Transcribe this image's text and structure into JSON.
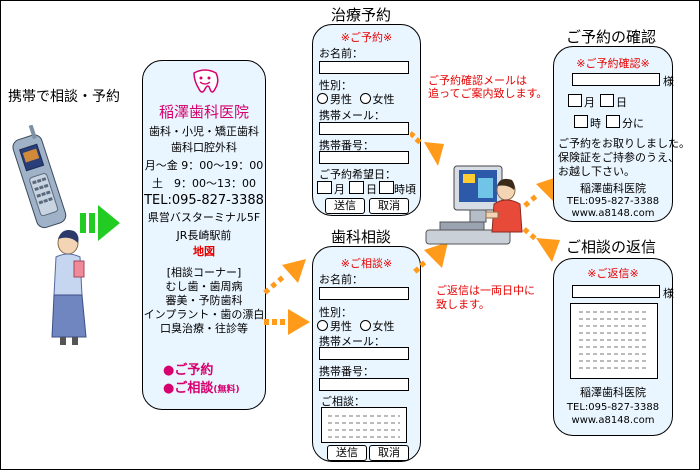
{
  "left": {
    "title": "携帯で相談・予約"
  },
  "clinic": {
    "name": "稲澤歯科医院",
    "lines": [
      "歯科・小児・矯正歯科",
      "歯科口腔外科",
      "月～金 9：00～19：00",
      "土　9：00～13：00"
    ],
    "tel": "TEL:095-827-3388",
    "address": "県営バスターミナル5F",
    "station": "JR長崎駅前",
    "map": "地図",
    "corner_title": "[相談コーナー]",
    "corner_lines": [
      "むし歯・歯周病",
      "審美・予防歯科",
      "インプラント・歯の漂白",
      "口臭治療・往診等"
    ],
    "link_reserve": "●ご予約",
    "link_consult": "●ご相談",
    "link_consult_note": "(無料)"
  },
  "reserve_form": {
    "heading": "治療予約",
    "title": "※ご予約※",
    "name_label": "お名前：",
    "gender_label": "性別：",
    "male": "男性",
    "female": "女性",
    "mail_label": "携帯メール：",
    "phone_label": "携帯番号：",
    "date_label": "ご予約希望日：",
    "month": "月",
    "day": "日",
    "time": "時頃",
    "send": "送信",
    "cancel": "取消"
  },
  "consult_form": {
    "heading": "歯科相談",
    "title": "※ご相談※",
    "name_label": "お名前：",
    "gender_label": "性別：",
    "male": "男性",
    "female": "女性",
    "mail_label": "携帯メール：",
    "phone_label": "携帯番号：",
    "consult_label": "ご相談：",
    "send": "送信",
    "cancel": "取消"
  },
  "notes": {
    "reserve_note_1": "ご予約確認メールは",
    "reserve_note_2": "追ってご案内致します。",
    "consult_note_1": "ご返信は一両日中に",
    "consult_note_2": "致します。"
  },
  "confirm": {
    "heading": "ご予約の確認",
    "title": "※ご予約確認※",
    "sama": "様",
    "month": "月",
    "day": "日",
    "hour": "時",
    "minute": "分に",
    "msg_1": "ご予約をお取りしました。",
    "msg_2": "保険証をご持参のうえ、",
    "msg_3": "お越し下さい。",
    "clinic": "稲澤歯科医院",
    "tel": "TEL:095-827-3388",
    "web": "www.a8148.com"
  },
  "reply": {
    "heading": "ご相談の返信",
    "title": "※ご返信※",
    "sama": "様",
    "clinic": "稲澤歯科医院",
    "tel": "TEL:095-827-3388",
    "web": "www.a8148.com"
  },
  "colors": {
    "card_bg": "#eaf6ff",
    "arrow_orange": "#ff9a1a",
    "arrow_green": "#22cc22",
    "accent_red": "#e60000",
    "accent_magenta": "#d6006e"
  }
}
